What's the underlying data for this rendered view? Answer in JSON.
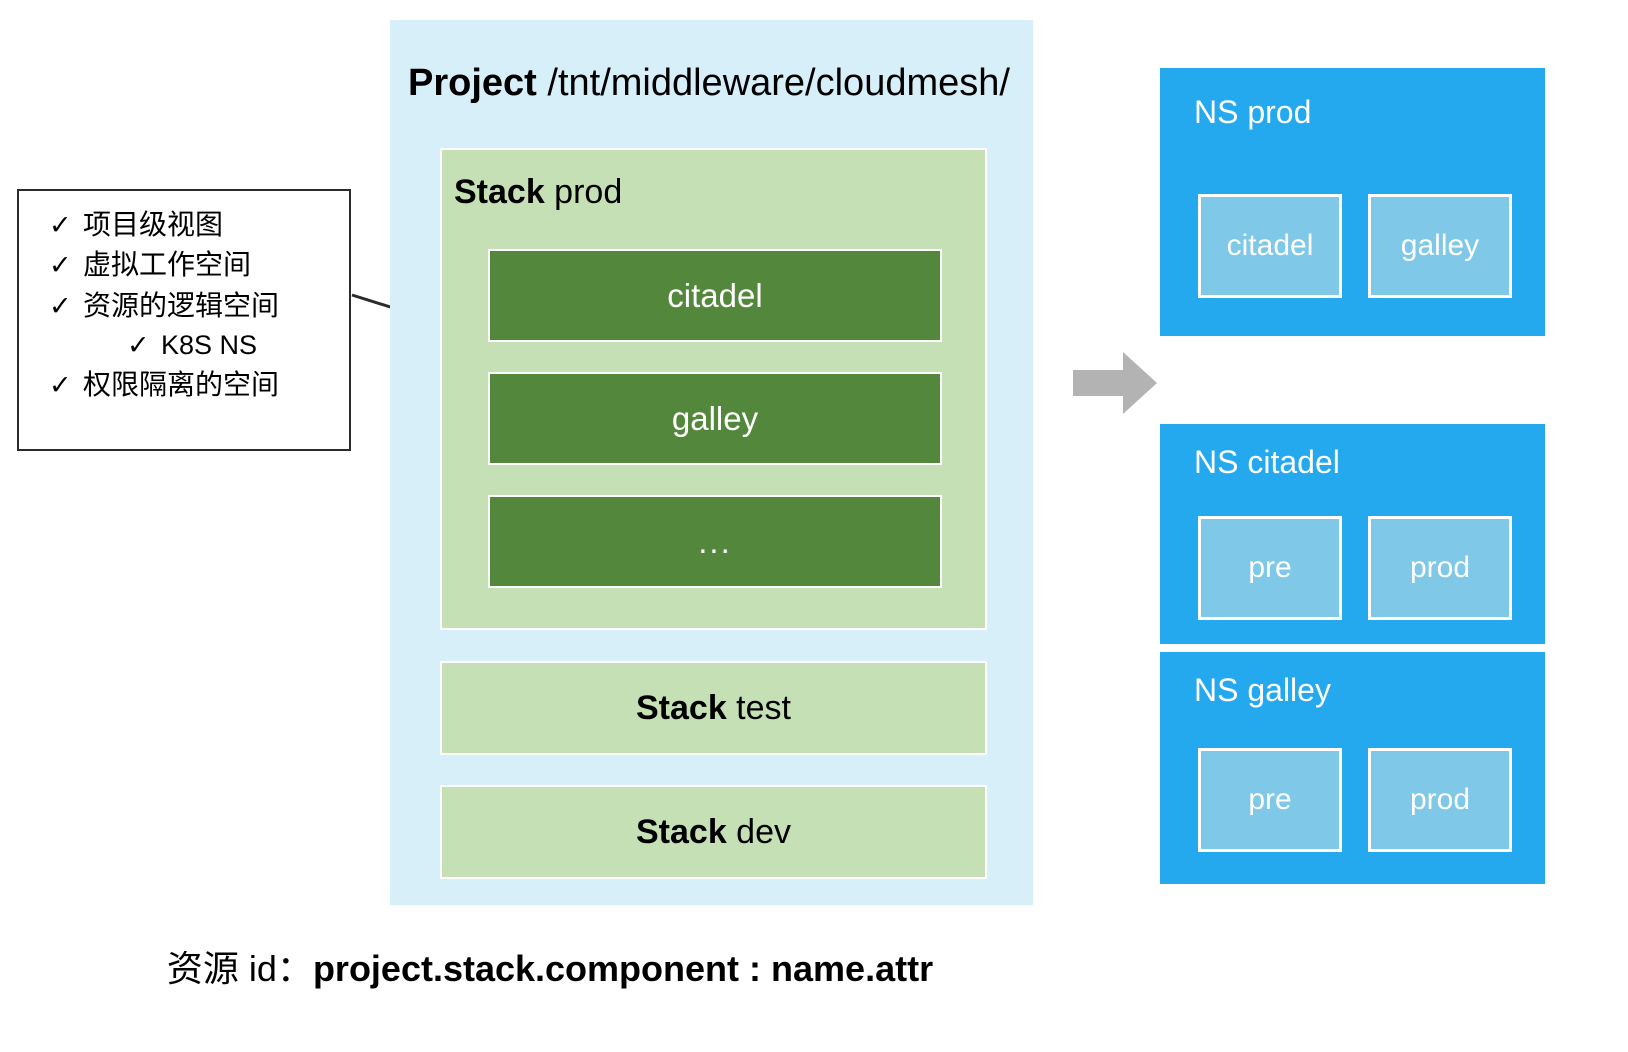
{
  "callout": {
    "items": [
      {
        "icon": "check-icon",
        "mark": "✓",
        "label": "项目级视图",
        "indented": false
      },
      {
        "icon": "check-icon",
        "mark": "✓",
        "label": "虚拟工作空间",
        "indented": false
      },
      {
        "icon": "check-icon",
        "mark": "✓",
        "label": "资源的逻辑空间",
        "indented": false
      },
      {
        "icon": "check-icon",
        "mark": "✓",
        "label": "K8S NS",
        "indented": true
      },
      {
        "icon": "check-icon",
        "mark": "✓",
        "label": "权限隔离的空间",
        "indented": false
      }
    ]
  },
  "project": {
    "keyword": "Project",
    "path": " /tnt/middleware/cloudmesh/",
    "stacks": [
      {
        "keyword": "Stack",
        "name": " prod",
        "expanded": true,
        "components": [
          {
            "label": "citadel"
          },
          {
            "label": "galley"
          },
          {
            "label": "..."
          }
        ]
      },
      {
        "keyword": "Stack",
        "name": " test",
        "expanded": false,
        "components": []
      },
      {
        "keyword": "Stack",
        "name": " dev",
        "expanded": false,
        "components": []
      }
    ]
  },
  "arrow": {
    "icon": "arrow-right-icon",
    "color": "#b3b3b3"
  },
  "namespaces": [
    {
      "title": "NS prod",
      "items": [
        {
          "label": "citadel"
        },
        {
          "label": "galley"
        }
      ]
    },
    {
      "title": "NS citadel",
      "items": [
        {
          "label": "pre"
        },
        {
          "label": "prod"
        }
      ]
    },
    {
      "title": "NS galley",
      "items": [
        {
          "label": "pre"
        },
        {
          "label": "prod"
        }
      ]
    }
  ],
  "caption": {
    "prefix": "资源 id：",
    "formula": "project.stack.component : name.attr"
  },
  "colors": {
    "project_panel_bg": "#d6eff9",
    "stack_bg": "#c5e0b4",
    "component_bg": "#53883c",
    "namespace_bg": "#24a9ee",
    "namespace_item_bg": "#7fc8e8",
    "arrow": "#b3b3b3",
    "callout_border": "#2b2b2b",
    "text_dark": "#000000",
    "text_light": "#ffffff"
  }
}
